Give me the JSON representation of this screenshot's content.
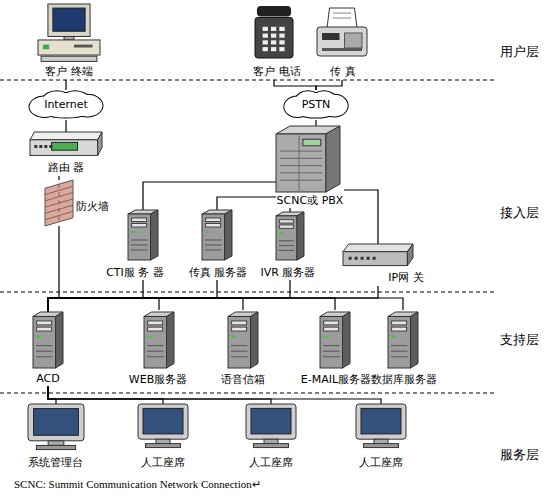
{
  "diagram": {
    "caption": "SCNC: Summit Communication Network Connection↵",
    "nodes": [
      {
        "text": [
          "客户 终端"
        ]
      },
      {
        "text": [
          "客户 电话"
        ]
      },
      {
        "text": [
          "传 真"
        ]
      },
      {
        "text": [
          "Internet"
        ]
      },
      {
        "text": [
          "PSTN"
        ]
      },
      {
        "text": [
          "路由 器"
        ]
      },
      {
        "text": [
          "防火墙"
        ]
      },
      {
        "text": [
          "SCNC或 PBX"
        ]
      },
      {
        "text": [
          "CTI服 务 器"
        ]
      },
      {
        "text": [
          "传真 服务器"
        ]
      },
      {
        "text": [
          "IVR 服务器"
        ]
      },
      {
        "text": [
          "IP网 关"
        ]
      },
      {
        "text": [
          "ACD"
        ]
      },
      {
        "text": [
          "WEB服务器"
        ]
      },
      {
        "text": [
          "语音信箱"
        ]
      },
      {
        "text": [
          "E-MAIL服务器"
        ]
      },
      {
        "text": [
          "数据库服务器"
        ]
      },
      {
        "text": [
          "系统管理台"
        ]
      },
      {
        "text": [
          "人工座席"
        ]
      },
      {
        "text": [
          "人工座席"
        ]
      },
      {
        "text": [
          "人工座席"
        ]
      }
    ],
    "edges": [
      {
        "from": 0,
        "to": 3,
        "arrow": "none"
      },
      {
        "from": 3,
        "to": 5,
        "arrow": "none"
      },
      {
        "from": 5,
        "to": 6,
        "arrow": "none"
      },
      {
        "from": 6,
        "to": 12,
        "arrow": "none"
      },
      {
        "from": 1,
        "to": 4,
        "arrow": "none"
      },
      {
        "from": 2,
        "to": 4,
        "arrow": "none"
      },
      {
        "from": 4,
        "to": 7,
        "arrow": "none"
      },
      {
        "from": 7,
        "to": 8,
        "arrow": "none"
      },
      {
        "from": 7,
        "to": 9,
        "arrow": "none"
      },
      {
        "from": 7,
        "to": 10,
        "arrow": "none"
      },
      {
        "from": 7,
        "to": 11,
        "arrow": "none"
      },
      {
        "from": 8,
        "to": 12,
        "arrow": "none"
      },
      {
        "from": 9,
        "to": 12,
        "arrow": "none"
      },
      {
        "from": 10,
        "to": 12,
        "arrow": "none"
      },
      {
        "from": 11,
        "to": 12,
        "arrow": "none"
      },
      {
        "from": 12,
        "to": 13,
        "arrow": "none"
      },
      {
        "from": 12,
        "to": 14,
        "arrow": "none"
      },
      {
        "from": 12,
        "to": 15,
        "arrow": "none"
      },
      {
        "from": 12,
        "to": 16,
        "arrow": "none"
      },
      {
        "from": 12,
        "to": 17,
        "arrow": "none"
      },
      {
        "from": 12,
        "to": 18,
        "arrow": "none"
      },
      {
        "from": 12,
        "to": 19,
        "arrow": "none"
      },
      {
        "from": 12,
        "to": 20,
        "arrow": "none"
      }
    ],
    "labels": [
      "用户层",
      "接入层",
      "支持层",
      "服务层"
    ]
  }
}
